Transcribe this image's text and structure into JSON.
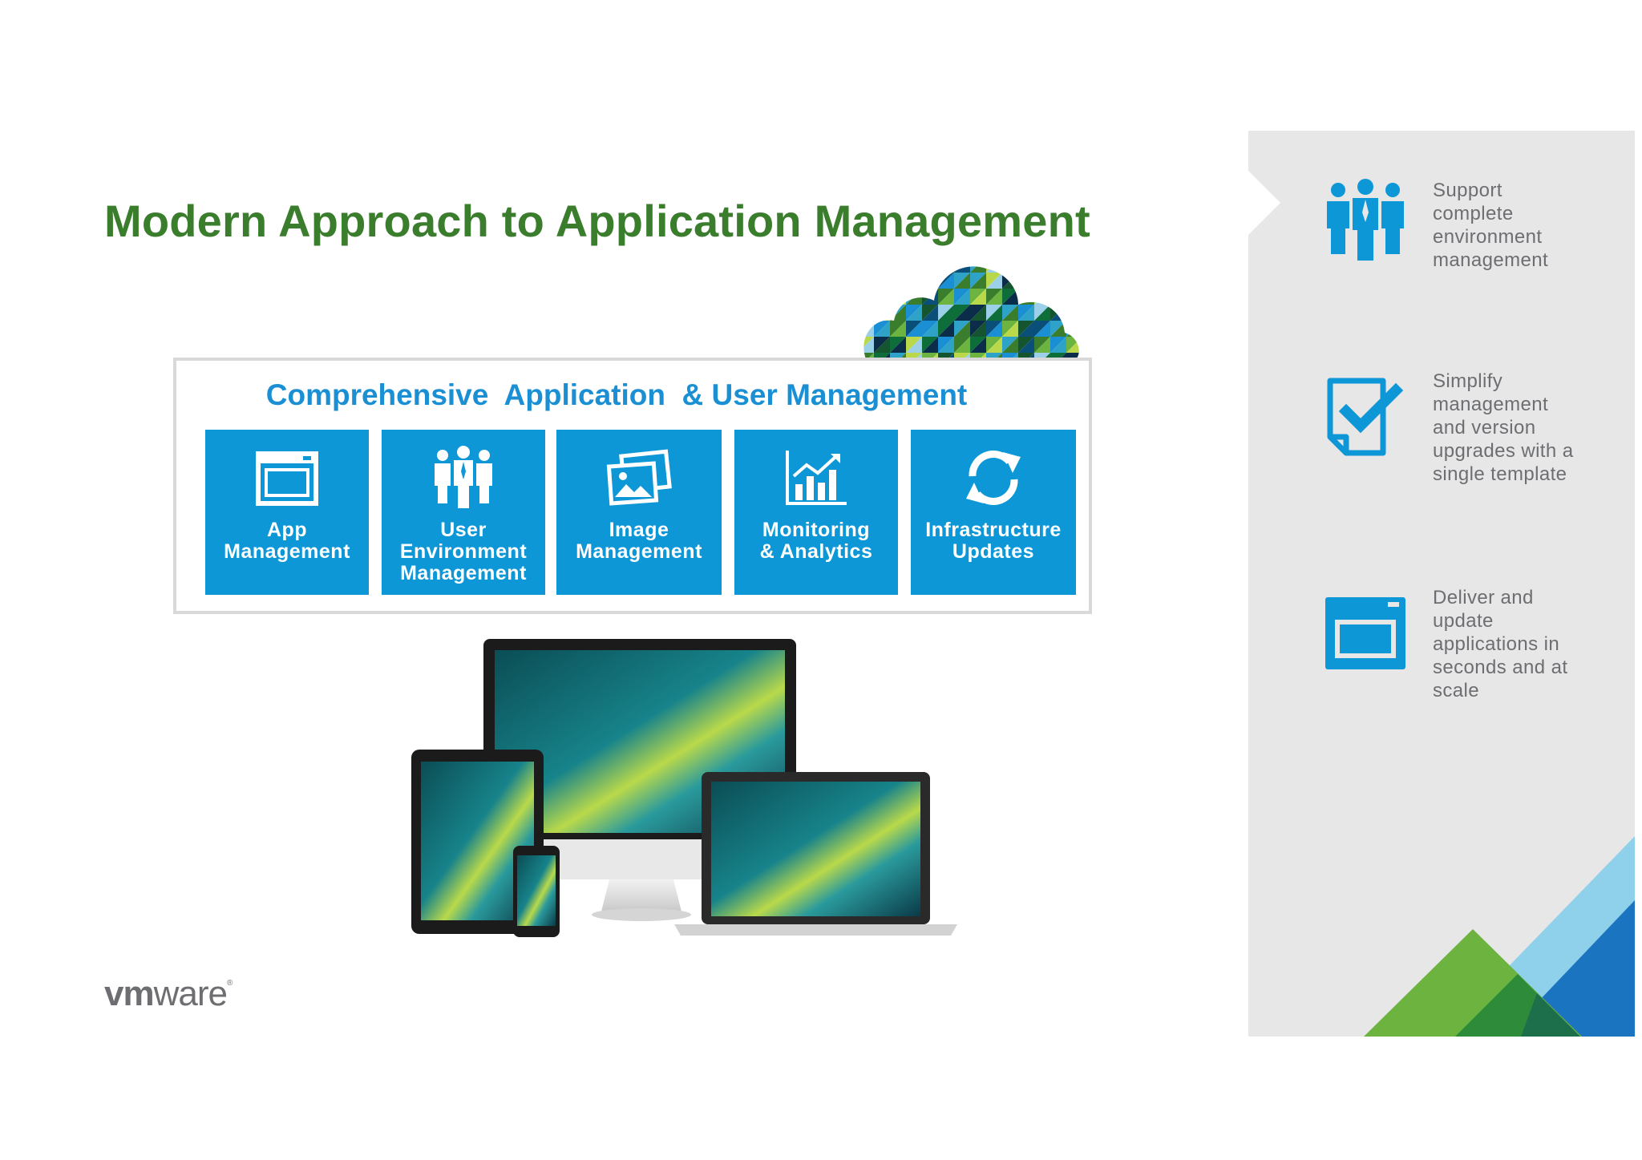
{
  "title": "Modern Approach to Application Management",
  "panel": {
    "title": "Comprehensive  Application  & User Management",
    "tiles": [
      {
        "line1": "App",
        "line2": "Management",
        "line3": "",
        "icon": "app-window-icon"
      },
      {
        "line1": "User",
        "line2": "Environment",
        "line3": "Management",
        "icon": "users-icon"
      },
      {
        "line1": "Image",
        "line2": "Management",
        "line3": "",
        "icon": "image-icon"
      },
      {
        "line1": "Monitoring",
        "line2": "& Analytics",
        "line3": "",
        "icon": "chart-icon"
      },
      {
        "line1": "Infrastructure",
        "line2": "Updates",
        "line3": "",
        "icon": "refresh-icon"
      }
    ]
  },
  "logo": {
    "bold": "vm",
    "rest": "ware",
    "mark": "®"
  },
  "side": {
    "items": [
      {
        "lines": [
          "Support",
          "complete",
          "environment",
          "management"
        ],
        "icon": "users-icon"
      },
      {
        "lines": [
          "Simplify",
          "management",
          "and version",
          "upgrades with a",
          "single template"
        ],
        "icon": "checklist-icon"
      },
      {
        "lines": [
          "Deliver and",
          "update",
          "applications in",
          "seconds and at",
          "scale"
        ],
        "icon": "app-window-icon"
      }
    ]
  },
  "colors": {
    "title_green": "#3a7d2c",
    "tile_blue": "#0d97d7",
    "panel_title_blue": "#1a8fd3",
    "side_gray": "#e7e7e8",
    "text_gray": "#6d6e71"
  }
}
